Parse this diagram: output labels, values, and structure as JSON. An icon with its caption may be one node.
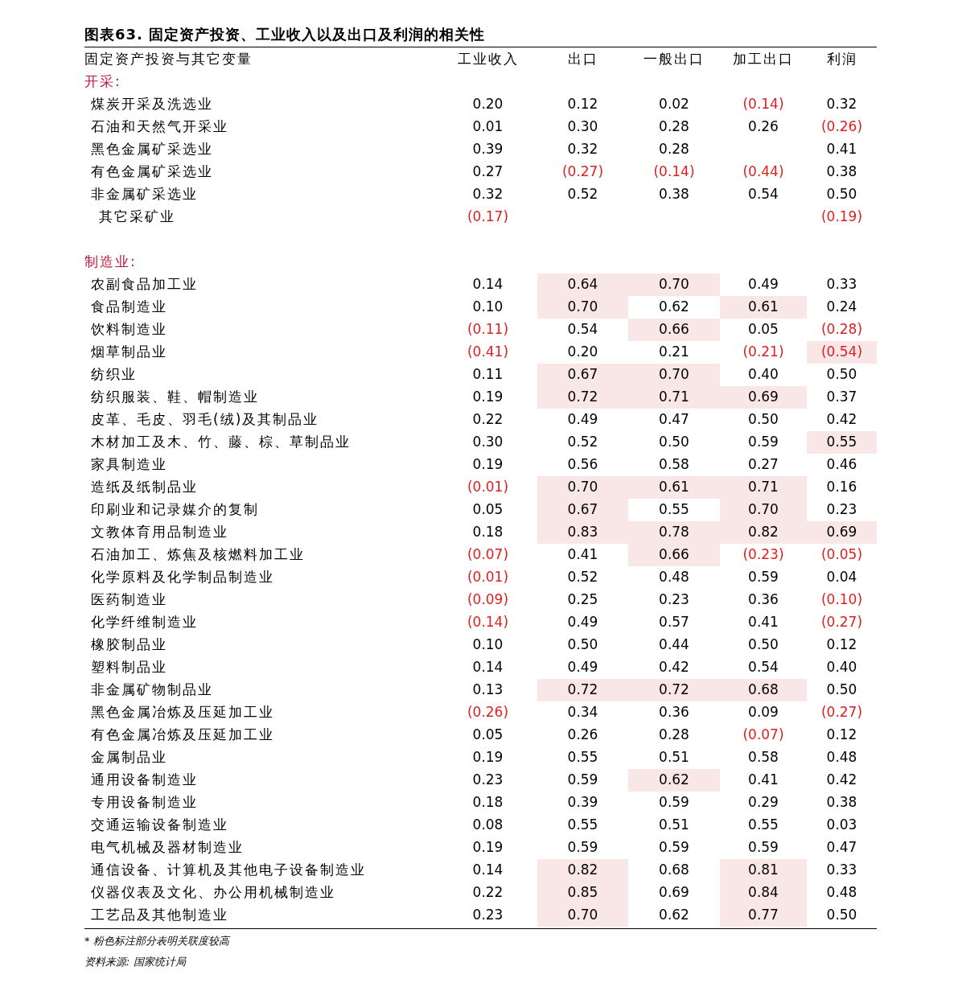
{
  "diagram": {
    "title": "图表63. 固定资产投资、工业收入以及出口及利润的相关性",
    "labels": [
      "固定资产投资与其它变量",
      "工业收入",
      "出口",
      "一般出口",
      "加工出口",
      "利润",
      "开采:",
      "煤炭开采及洗选业",
      "0.20",
      "0.12",
      "0.02",
      "(0.14)",
      "0.32",
      "石油和天然气开采业",
      "0.01",
      "0.30",
      "0.28",
      "0.26",
      "(0.26)",
      "黑色金属矿采选业",
      "0.39",
      "0.32",
      "0.28",
      "0.41",
      "有色金属矿采选业",
      "0.27",
      "(0.27)",
      "(0.14)",
      "(0.44)",
      "0.38",
      "非金属矿采选业",
      "0.32",
      "0.52",
      "0.38",
      "0.54",
      "0.50",
      "其它采矿业",
      "(0.17)",
      "(0.19)",
      "制造业:",
      "农副食品加工业",
      "0.14",
      "0.64",
      "0.70",
      "0.49",
      "0.33",
      "食品制造业",
      "0.10",
      "0.70",
      "0.62",
      "0.61",
      "0.24",
      "饮料制造业",
      "(0.11)",
      "0.54",
      "0.66",
      "0.05",
      "(0.28)",
      "烟草制品业",
      "(0.41)",
      "0.20",
      "0.21",
      "(0.21)",
      "(0.54)",
      "纺织业",
      "0.11",
      "0.67",
      "0.70",
      "0.40",
      "0.50",
      "纺织服装、鞋、帽制造业",
      "0.19",
      "0.72",
      "0.71",
      "0.69",
      "0.37",
      "皮革、毛皮、羽毛(绒)及其制品业",
      "0.22",
      "0.49",
      "0.47",
      "0.50",
      "0.42",
      "木材加工及木、竹、藤、棕、草制品业",
      "0.30",
      "0.52",
      "0.50",
      "0.59",
      "0.55",
      "家具制造业",
      "0.19",
      "0.56",
      "0.58",
      "0.27",
      "0.46",
      "造纸及纸制品业",
      "(0.01)",
      "0.70",
      "0.61",
      "0.71",
      "0.16",
      "印刷业和记录媒介的复制",
      "0.05",
      "0.67",
      "0.55",
      "0.70",
      "0.23",
      "文教体育用品制造业",
      "0.18",
      "0.83",
      "0.78",
      "0.82",
      "0.69",
      "石油加工、炼焦及核燃料加工业",
      "(0.07)",
      "0.41",
      "0.66",
      "(0.23)",
      "(0.05)",
      "化学原料及化学制品制造业",
      "(0.01)",
      "0.52",
      "0.48",
      "0.59",
      "0.04",
      "医药制造业",
      "(0.09)",
      "0.25",
      "0.23",
      "0.36",
      "(0.10)",
      "化学纤维制造业",
      "(0.14)",
      "0.49",
      "0.57",
      "0.41",
      "(0.27)",
      "橡胶制品业",
      "0.10",
      "0.50",
      "0.44",
      "0.50",
      "0.12",
      "塑料制品业",
      "0.14",
      "0.49",
      "0.42",
      "0.54",
      "0.40",
      "非金属矿物制品业",
      "0.13",
      "0.72",
      "0.72",
      "0.68",
      "0.50",
      "黑色金属冶炼及压延加工业",
      "(0.26)",
      "0.34",
      "0.36",
      "0.09",
      "(0.27)",
      "有色金属冶炼及压延加工业",
      "0.05",
      "0.26",
      "0.28",
      "(0.07)",
      "0.12",
      "金属制品业",
      "0.19",
      "0.55",
      "0.51",
      "0.58",
      "0.48",
      "通用设备制造业",
      "0.23",
      "0.59",
      "0.62",
      "0.41",
      "0.42",
      "专用设备制造业",
      "0.18",
      "0.39",
      "0.59",
      "0.29",
      "0.38",
      "交通运输设备制造业",
      "0.08",
      "0.55",
      "0.51",
      "0.55",
      "0.03",
      "电气机械及器材制造业",
      "0.19",
      "0.59",
      "0.59",
      "0.59",
      "0.47",
      "通信设备、计算机及其他电子设备制造业",
      "0.14",
      "0.82",
      "0.68",
      "0.81",
      "0.33",
      "仪器仪表及文化、办公用机械制造业",
      "0.22",
      "0.85",
      "0.69",
      "0.84",
      "0.48",
      "工艺品及其他制造业",
      "0.23",
      "0.70",
      "0.62",
      "0.77",
      "0.50",
      "* 粉色标注部分表明关联度较高",
      "资料来源: 国家统计局"
    ]
  }
}
